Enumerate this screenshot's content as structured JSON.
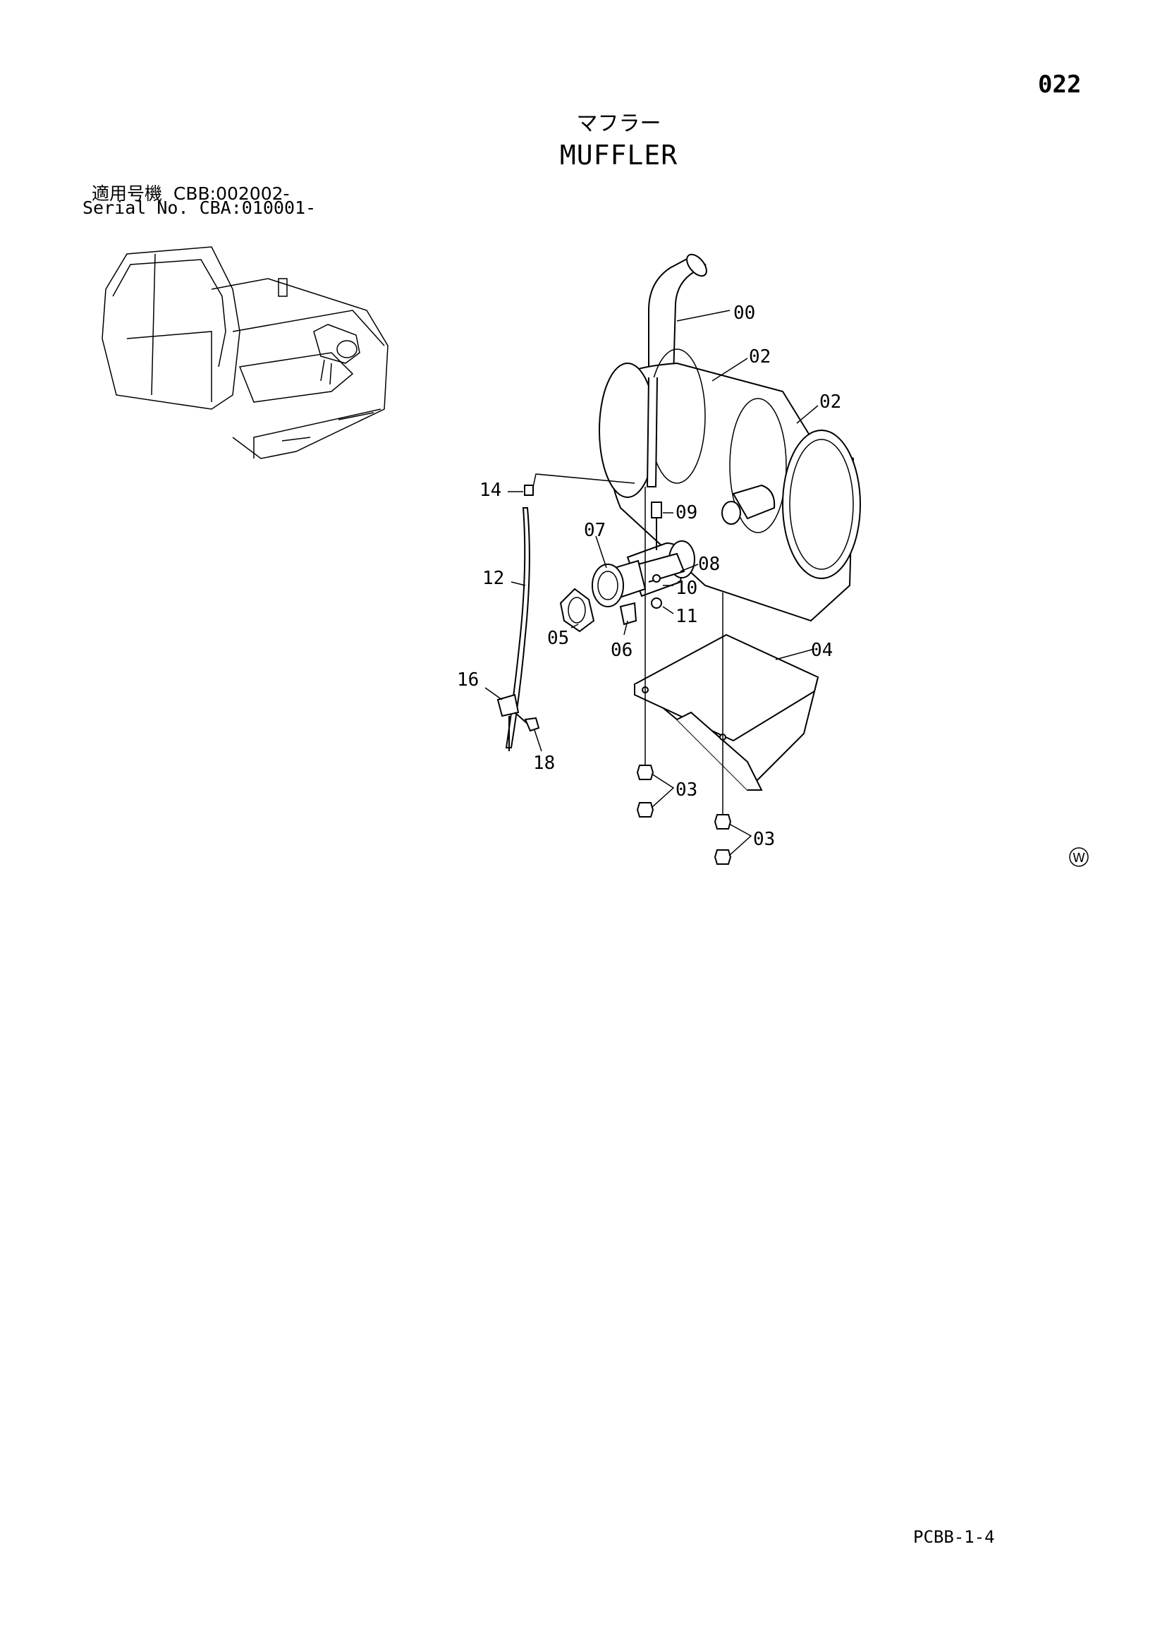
{
  "header": {
    "page_number": "022",
    "title_jp": "マフラー",
    "title_en": "MUFFLER",
    "serial_line_1": "適用号機  CBB:002002-",
    "serial_line_2": "Serial No. CBA:010001-"
  },
  "diagram": {
    "callouts": [
      "00",
      "02",
      "02",
      "14",
      "09",
      "07",
      "08",
      "12",
      "10",
      "11",
      "05",
      "06",
      "04",
      "16",
      "18",
      "03",
      "03"
    ],
    "corner_mark": "W"
  },
  "footer": {
    "code": "PCBB-1-4"
  }
}
